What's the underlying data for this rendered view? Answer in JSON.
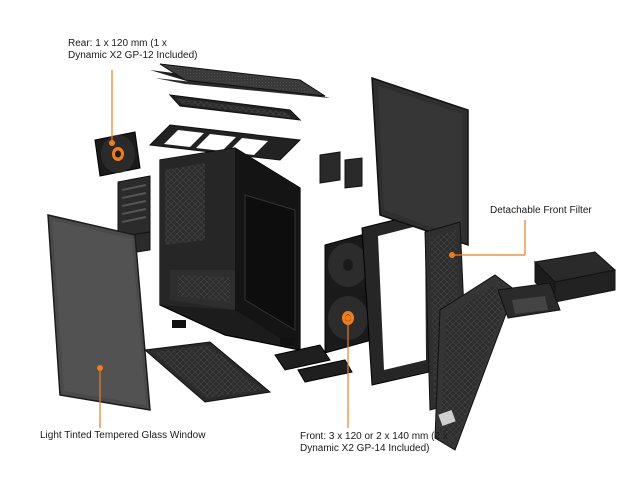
{
  "callouts": {
    "rear": "Rear: 1 x 120 mm (1 x Dynamic X2 GP-12 Included)",
    "filter": "Detachable Front Filter",
    "glass": "Light Tinted Tempered Glass Window",
    "front": "Front: 3 x 120 or 2 x 140 mm (2 x Dynamic X2 GP-14 Included)"
  },
  "colors": {
    "accent": "#f07d1a",
    "dark_panel": "#2b2b2b",
    "mid_panel": "#3a3a3a",
    "glass": "#4a4a4a",
    "outline": "#111111"
  }
}
